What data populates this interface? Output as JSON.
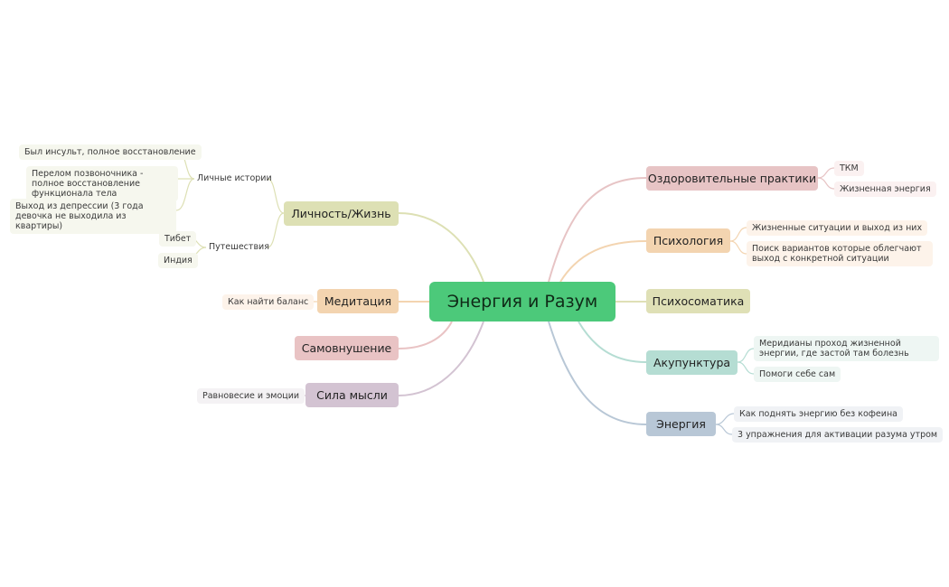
{
  "root": {
    "label": "Энергия и Разум",
    "color": "#4cc97a"
  },
  "right": [
    {
      "label": "Оздоровительные практики",
      "color": "#e7c4c5",
      "leafBg": "#fbf1f1",
      "children": [
        "ТКМ",
        "Жизненная энергия"
      ]
    },
    {
      "label": "Психология",
      "color": "#f3d4b0",
      "leafBg": "#fdf3ea",
      "children": [
        "Жизненные ситуации и выход из них",
        "Поиск вариантов которые облегчают выход с конкретной ситуации"
      ]
    },
    {
      "label": "Психосоматика",
      "color": "#dfe0b6",
      "leafBg": "#f7f7ec",
      "children": []
    },
    {
      "label": "Акупунктура",
      "color": "#b5ddd3",
      "leafBg": "#eef6f3",
      "children": [
        "Меридианы проход жизненной энергии, где застой там болезнь",
        "Помоги себе сам"
      ]
    },
    {
      "label": "Энергия",
      "color": "#b8c7d6",
      "leafBg": "#f0f2f5",
      "children": [
        "Как поднять энергию без кофеина",
        "3 упражнения для активации разума утром"
      ]
    }
  ],
  "left": [
    {
      "label": "Личность/Жизнь",
      "color": "#dde0b4",
      "groups": [
        {
          "label": "Личные истории",
          "children": [
            "Был инсульт, полное восстановление",
            "Перелом позвоночника - полное восстановление функционала тела",
            "Выход из депрессии (3 года девочка не выходила из квартиры)"
          ]
        },
        {
          "label": "Путешествия",
          "children": [
            "Тибет",
            "Индия"
          ]
        }
      ]
    },
    {
      "label": "Медитация",
      "color": "#f3d4b0",
      "children": [
        "Как найти баланс"
      ]
    },
    {
      "label": "Самовнушение",
      "color": "#e9c3c4",
      "children": []
    },
    {
      "label": "Сила мысли",
      "color": "#d3c3d2",
      "children": [
        "Равновесие и эмоции"
      ]
    }
  ]
}
